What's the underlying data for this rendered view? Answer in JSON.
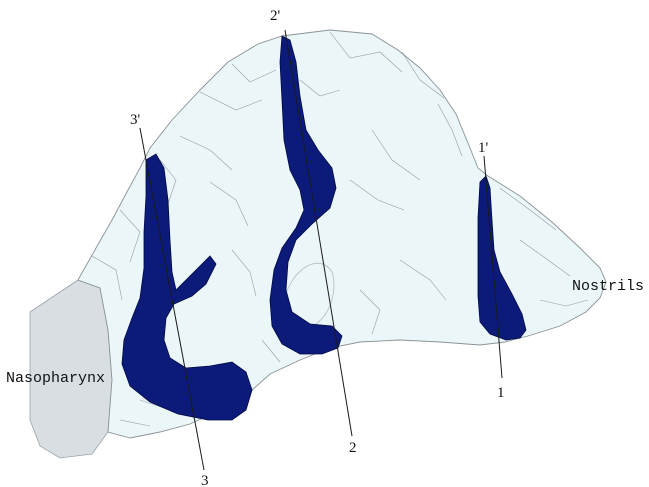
{
  "labels": {
    "nasopharynx": "Nasopharynx",
    "nostrils": "Nostrils"
  },
  "sections": [
    {
      "id": "1",
      "label": "1",
      "label_prime": "1'"
    },
    {
      "id": "2",
      "label": "2",
      "label_prime": "2'"
    },
    {
      "id": "3",
      "label": "3",
      "label_prime": "3'"
    }
  ],
  "colors": {
    "cavity_fill": "#eaf6f8",
    "cavity_outline": "#8a9298",
    "nasopharynx_fill": "#d9dee3",
    "section_fill": "#0c1a7a",
    "section_outline": "#000a44",
    "background": "#ffffff"
  }
}
